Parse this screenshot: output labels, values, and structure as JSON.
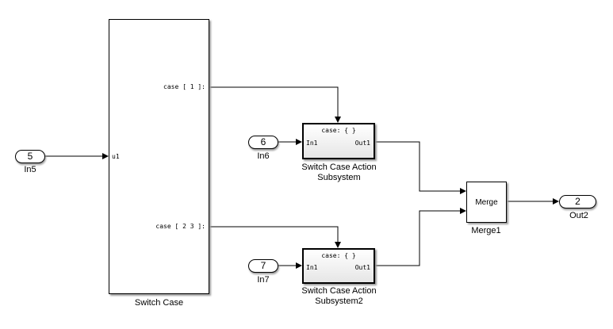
{
  "diagram": {
    "blocks": {
      "in5": {
        "number": "5",
        "name": "In5"
      },
      "in6": {
        "number": "6",
        "name": "In6"
      },
      "in7": {
        "number": "7",
        "name": "In7"
      },
      "out2": {
        "number": "2",
        "name": "Out2"
      },
      "switch_case": {
        "name": "Switch Case",
        "input_port": "u1",
        "output_ports": [
          "case [ 1 ]:",
          "case [ 2 3 ]:"
        ]
      },
      "action1": {
        "name_line1": "Switch Case Action",
        "name_line2": "Subsystem",
        "action_label": "case: { }",
        "in_port": "In1",
        "out_port": "Out1"
      },
      "action2": {
        "name_line1": "Switch Case Action",
        "name_line2": "Subsystem2",
        "action_label": "case: { }",
        "in_port": "In1",
        "out_port": "Out1"
      },
      "merge": {
        "name": "Merge1",
        "label": "Merge"
      }
    },
    "connections": [
      {
        "from": "In5",
        "to": "Switch Case.u1"
      },
      {
        "from": "Switch Case.case [ 1 ]",
        "to": "Switch Case Action Subsystem.action"
      },
      {
        "from": "Switch Case.case [ 2 3 ]",
        "to": "Switch Case Action Subsystem2.action"
      },
      {
        "from": "In6",
        "to": "Switch Case Action Subsystem.In1"
      },
      {
        "from": "In7",
        "to": "Switch Case Action Subsystem2.In1"
      },
      {
        "from": "Switch Case Action Subsystem.Out1",
        "to": "Merge1.in1"
      },
      {
        "from": "Switch Case Action Subsystem2.Out1",
        "to": "Merge1.in2"
      },
      {
        "from": "Merge1",
        "to": "Out2"
      }
    ]
  }
}
